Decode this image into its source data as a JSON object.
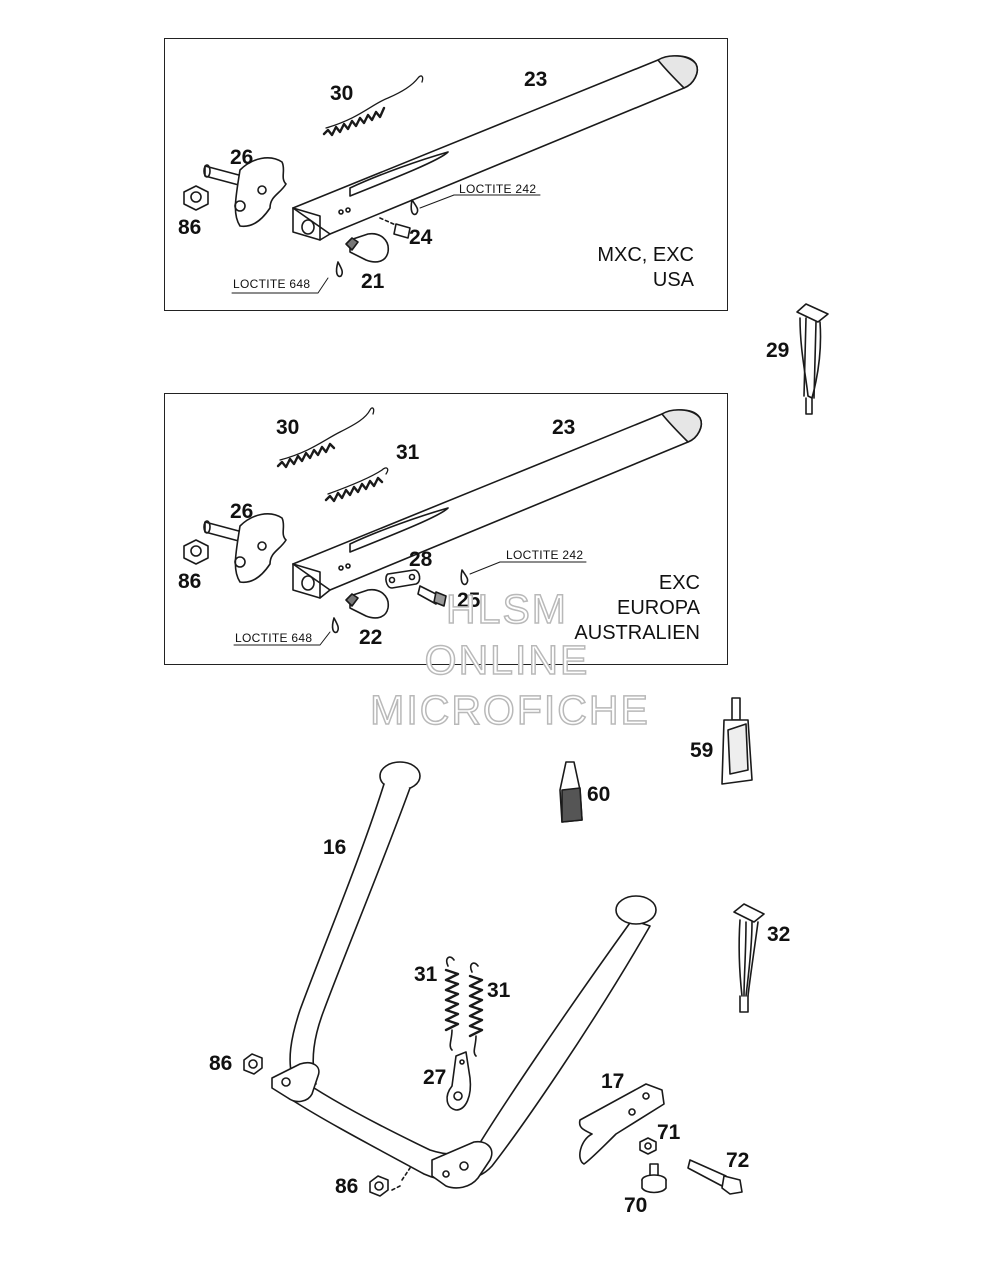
{
  "panels": [
    {
      "id": "mxc",
      "variant_lines": [
        "MXC, EXC",
        "USA"
      ],
      "loctite_upper": "LOCTITE 242",
      "loctite_lower": "LOCTITE 648",
      "callouts": [
        "30",
        "23",
        "26",
        "86",
        "24",
        "21"
      ]
    },
    {
      "id": "exc",
      "variant_lines": [
        "EXC",
        "EUROPA",
        "AUSTRALIEN"
      ],
      "loctite_upper": "LOCTITE 242",
      "loctite_lower": "LOCTITE 648",
      "callouts": [
        "30",
        "31",
        "23",
        "26",
        "86",
        "28",
        "25",
        "22"
      ]
    }
  ],
  "loose_callouts": {
    "c29": "29",
    "c59": "59",
    "c60": "60",
    "c16": "16",
    "c32": "32",
    "c31a": "31",
    "c31b": "31",
    "c86a": "86",
    "c27": "27",
    "c17": "17",
    "c71": "71",
    "c72": "72",
    "c86b": "86",
    "c70": "70"
  },
  "watermark": [
    "HLSM",
    "ONLINE",
    "MICROFICHE"
  ]
}
